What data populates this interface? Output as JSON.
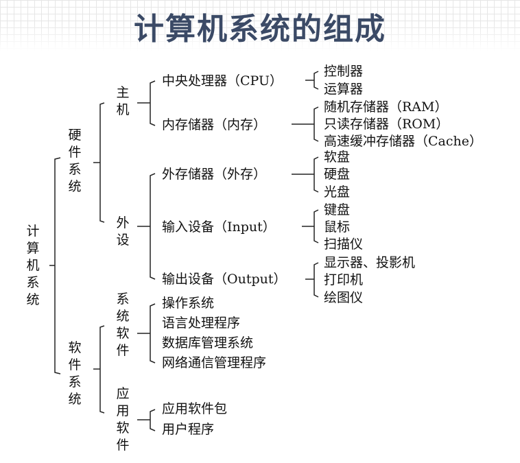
{
  "title": "计算机系统的组成",
  "root": "计算机系统",
  "hardware": {
    "label": "硬件系统",
    "host": {
      "label": "主机",
      "cpu": {
        "label": "中央处理器（CPU）",
        "items": [
          "控制器",
          "运算器"
        ]
      },
      "memory": {
        "label": "内存储器（内存）",
        "items": [
          "随机存储器（RAM）",
          "只读存储器（ROM）",
          "高速缓冲存储器（Cache）"
        ]
      }
    },
    "peripheral": {
      "label": "外设",
      "storage": {
        "label": "外存储器（外存）",
        "items": [
          "软盘",
          "硬盘",
          "光盘"
        ]
      },
      "input": {
        "label": "输入设备（Input）",
        "items": [
          "键盘",
          "鼠标",
          "扫描仪"
        ]
      },
      "output": {
        "label": "输出设备（Output）",
        "items": [
          "显示器、投影机",
          "打印机",
          "绘图仪"
        ]
      }
    }
  },
  "software": {
    "label": "软件系统",
    "system": {
      "label": "系统软件",
      "items": [
        "操作系统",
        "语言处理程序",
        "数据库管理系统",
        "网络通信管理程序"
      ]
    },
    "application": {
      "label": "应用软件",
      "items": [
        "应用软件包",
        "用户程序"
      ]
    }
  }
}
